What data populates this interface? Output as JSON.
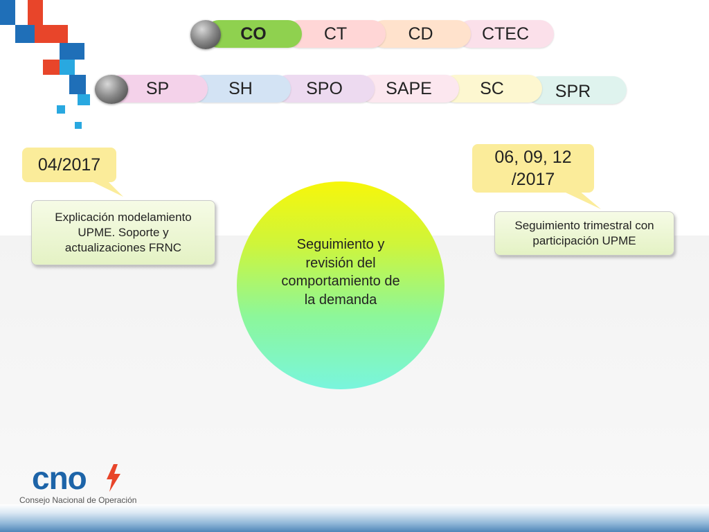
{
  "row1": {
    "tabs": [
      {
        "label": "CO",
        "bold": true,
        "color": "#8fd14f"
      },
      {
        "label": "CT",
        "bold": false,
        "color": "#ffd6d6"
      },
      {
        "label": "CD",
        "bold": false,
        "color": "#ffe2cc"
      },
      {
        "label": "CTEC",
        "bold": false,
        "color": "#fbe0ea"
      }
    ]
  },
  "row2": {
    "tabs": [
      {
        "label": "SP",
        "color": "#f4d2ea"
      },
      {
        "label": "SH",
        "color": "#d3e3f4"
      },
      {
        "label": "SPO",
        "color": "#eddaf0"
      },
      {
        "label": "SAPE",
        "color": "#fce7ef"
      },
      {
        "label": "SC",
        "color": "#fdf7d0"
      },
      {
        "label": "SPR",
        "color": "#dff3ee"
      }
    ]
  },
  "left": {
    "date": "04/2017",
    "description": "Explicación modelamiento UPME. Soporte y actualizaciones FRNC"
  },
  "center": {
    "text": "Seguimiento y revisión del comportamiento de la demanda"
  },
  "right": {
    "date": "06, 09,  12 /2017",
    "description": "Seguimiento trimestral con participación UPME"
  },
  "logo": {
    "name": "cno",
    "subtitle": "Consejo Nacional de Operación"
  },
  "colors": {
    "callout": "#fbec9a",
    "logo_blue": "#1d64a8",
    "logo_bolt": "#e8452a",
    "deco_red": "#e8452a",
    "deco_blue": "#1f6fb8",
    "deco_light_blue": "#29a8e0"
  }
}
